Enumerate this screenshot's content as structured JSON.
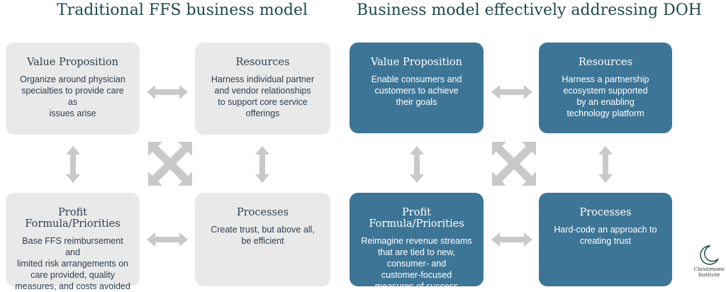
{
  "left": {
    "heading": "Traditional FFS business model",
    "value_proposition": {
      "title": "Value Proposition",
      "desc": "Organize around physician\nspecialties to provide care\nas\nissues arise"
    },
    "resources": {
      "title": "Resources",
      "desc": "Harness individual partner\nand vendor relationships\nto support core service\nofferings"
    },
    "profit_formula": {
      "title": "Profit Formula/Priorities",
      "desc": "Base FFS reimbursement and\nlimited risk arrangements on\ncare provided, quality\nmeasures, and costs avoided"
    },
    "processes": {
      "title": "Processes",
      "desc": "Create trust, but above all,\nbe efficient"
    }
  },
  "right": {
    "heading": "Business model effectively addressing DOH",
    "value_proposition": {
      "title": "Value Proposition",
      "desc": "Enable consumers and\ncustomers to achieve\ntheir goals"
    },
    "resources": {
      "title": "Resources",
      "desc": "Harness a partnership\necosystem supported\nby an enabling\ntechnology platform"
    },
    "profit_formula": {
      "title": "Profit Formula/Priorities",
      "desc": "Reimagine revenue streams\nthat are tied to new,\nconsumer- and\ncustomer-focused\nmeasures of success"
    },
    "processes": {
      "title": "Processes",
      "desc": "Hard-code an approach to\ncreating trust"
    }
  },
  "logo": {
    "text": "Christensen\nInstitute"
  },
  "colors": {
    "gray_card": "#e9e9e9",
    "blue_card": "#3d7596",
    "arrow": "#c9c9c9",
    "heading": "#1e4a4a"
  }
}
